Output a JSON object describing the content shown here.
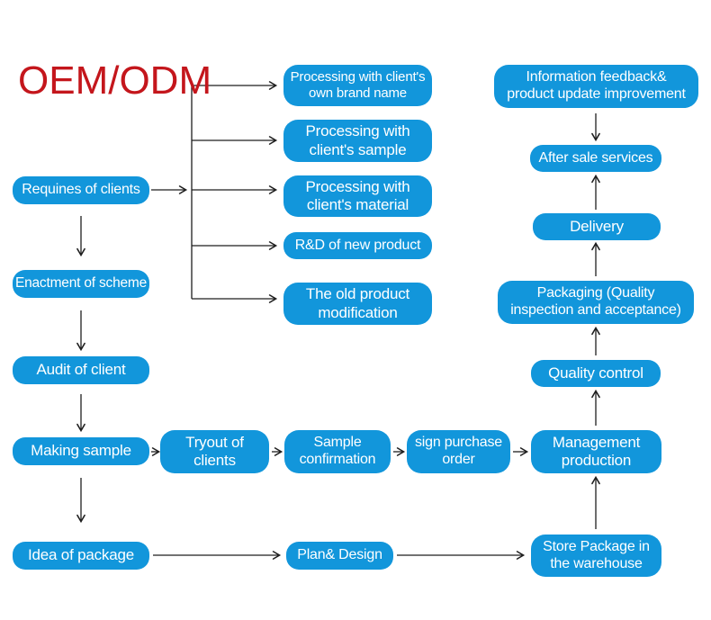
{
  "title": "OEM/ODM",
  "colors": {
    "node_blue": "#1296db",
    "title_red": "#c4161c",
    "arrow_dark": "#1e1e1e",
    "node_text": "#ffffff",
    "background": "#ffffff"
  },
  "nodes": {
    "requines_of_clients": "Requines of clients",
    "enactment_of_scheme": "Enactment of scheme",
    "audit_of_client": "Audit of client",
    "making_sample": "Making sample",
    "idea_of_package": "Idea of package",
    "processing_own_brand": "Processing with client's\nown brand name",
    "processing_client_sample": "Processing with\nclient's sample",
    "processing_client_material": "Processing with\nclient's material",
    "rd_of_new_product": "R&D of new product",
    "old_product_modification": "The old product\nmodification",
    "tryout_of_clients": "Tryout of\nclients",
    "sample_confirmation": "Sample\nconfirmation",
    "sign_purchase_order": "sign purchase\norder",
    "management_production": "Management\nproduction",
    "plan_design": "Plan& Design",
    "store_package_warehouse": "Store Package in\nthe warehouse",
    "information_feedback": "Information feedback&\nproduct update improvement",
    "after_sale_services": "After sale services",
    "delivery": "Delivery",
    "packaging_quality": "Packaging (Quality\ninspection and acceptance)",
    "quality_control": "Quality control"
  },
  "edges": [
    {
      "from": "requines_of_clients",
      "to": "branch_point"
    },
    {
      "from": "branch_point",
      "to": "processing_own_brand"
    },
    {
      "from": "branch_point",
      "to": "processing_client_sample"
    },
    {
      "from": "branch_point",
      "to": "processing_client_material"
    },
    {
      "from": "branch_point",
      "to": "rd_of_new_product"
    },
    {
      "from": "branch_point",
      "to": "old_product_modification"
    },
    {
      "from": "requines_of_clients",
      "to": "enactment_of_scheme"
    },
    {
      "from": "enactment_of_scheme",
      "to": "audit_of_client"
    },
    {
      "from": "audit_of_client",
      "to": "making_sample"
    },
    {
      "from": "making_sample",
      "to": "idea_of_package"
    },
    {
      "from": "making_sample",
      "to": "tryout_of_clients"
    },
    {
      "from": "tryout_of_clients",
      "to": "sample_confirmation"
    },
    {
      "from": "sample_confirmation",
      "to": "sign_purchase_order"
    },
    {
      "from": "sign_purchase_order",
      "to": "management_production"
    },
    {
      "from": "idea_of_package",
      "to": "plan_design"
    },
    {
      "from": "plan_design",
      "to": "store_package_warehouse"
    },
    {
      "from": "store_package_warehouse",
      "to": "management_production"
    },
    {
      "from": "management_production",
      "to": "quality_control"
    },
    {
      "from": "quality_control",
      "to": "packaging_quality"
    },
    {
      "from": "packaging_quality",
      "to": "delivery"
    },
    {
      "from": "delivery",
      "to": "after_sale_services"
    },
    {
      "from": "information_feedback",
      "to": "after_sale_services"
    }
  ]
}
